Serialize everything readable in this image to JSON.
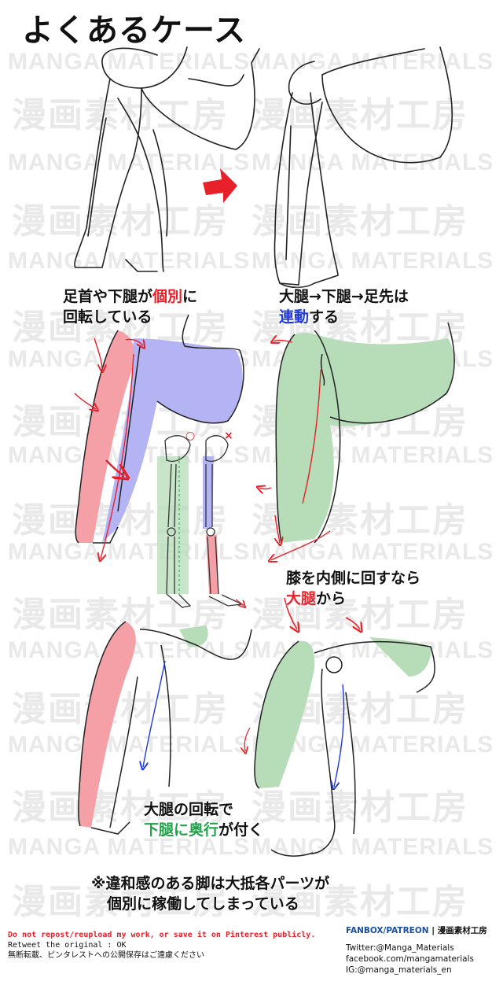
{
  "title": "よくあるケース",
  "watermark": {
    "jp": "漫画素材工房",
    "en": "MANGA MATERIALS"
  },
  "captions": {
    "c1": {
      "part1": "足首や下腿が",
      "hl": "個別",
      "part2": "に",
      "line2": "回転している"
    },
    "c2": {
      "part1": "大腿→下腿→足先は",
      "hl": "連動",
      "part2": "する"
    },
    "c3": {
      "line1": "膝を内側に回すなら",
      "hl": "大腿",
      "part2": "から"
    },
    "c4": {
      "line1": "大腿の回転で",
      "hl": "下腿に奥行",
      "part2": "が付く"
    },
    "c5": {
      "line1": "※違和感のある脚は大抵各パーツが",
      "line2": "個別に稼働してしまっている"
    }
  },
  "marks": {
    "ok": "○",
    "ng": "×"
  },
  "footer": {
    "warning": "Do not repost/reupload my work, or save it on Pinterest publicly.",
    "retweet": "Retweet the original : OK",
    "jp_notice": "無断転載、ピンタレストへの公開保存はご遠慮ください",
    "fanbox": "FANBOX/PATREON",
    "sep": "|",
    "studio": "漫画素材工房",
    "twitter": "Twitter:@Manga_Materials",
    "facebook": "facebook.com/mangamaterials",
    "ig": "IG:@manga_materials_en"
  },
  "colors": {
    "red": "#e8202a",
    "blue": "#2038d8",
    "green": "#22a24a",
    "redfill": "#f4a0a6",
    "bluefill": "#b4b4f4",
    "greenfill": "#b6dcb8"
  }
}
